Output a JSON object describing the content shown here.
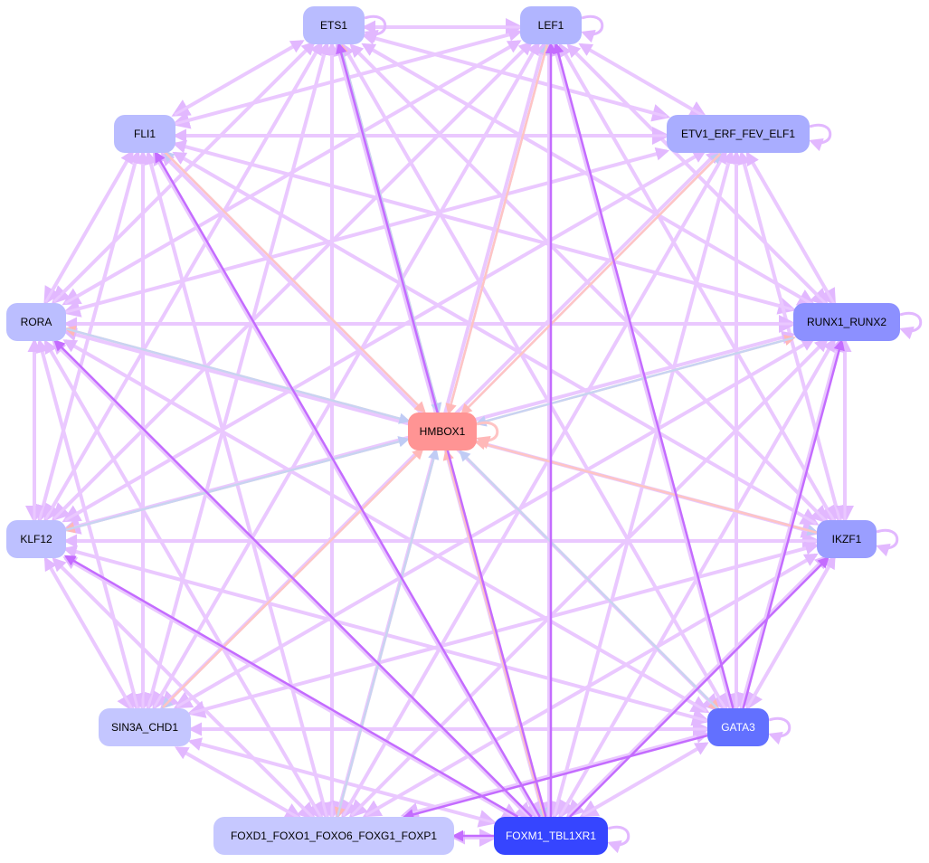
{
  "nodes": [
    {
      "id": "ETS1",
      "label": "ETS1",
      "color": "#b9bcff",
      "text_color": "#000000"
    },
    {
      "id": "LEF1",
      "label": "LEF1",
      "color": "#b1b5ff",
      "text_color": "#000000"
    },
    {
      "id": "FLI1",
      "label": "FLI1",
      "color": "#b9bcff",
      "text_color": "#000000"
    },
    {
      "id": "ETV1",
      "label": "ETV1_ERF_FEV_ELF1",
      "color": "#a9adff",
      "text_color": "#000000"
    },
    {
      "id": "RORA",
      "label": "RORA",
      "color": "#bbbeff",
      "text_color": "#000000"
    },
    {
      "id": "RUNX1",
      "label": "RUNX1_RUNX2",
      "color": "#8c90ff",
      "text_color": "#000000"
    },
    {
      "id": "HMBOX1",
      "label": "HMBOX1",
      "color": "#ff9494",
      "text_color": "#000000"
    },
    {
      "id": "KLF12",
      "label": "KLF12",
      "color": "#bdc0ff",
      "text_color": "#000000"
    },
    {
      "id": "IKZF1",
      "label": "IKZF1",
      "color": "#9a9eff",
      "text_color": "#000000"
    },
    {
      "id": "SIN3A",
      "label": "SIN3A_CHD1",
      "color": "#c4c6ff",
      "text_color": "#000000"
    },
    {
      "id": "GATA3",
      "label": "GATA3",
      "color": "#6270ff",
      "text_color": "#ffffff"
    },
    {
      "id": "FOXD1",
      "label": "FOXD1_FOXO1_FOXO6_FOXG1_FOXP1",
      "color": "#c6c8ff",
      "text_color": "#000000"
    },
    {
      "id": "FOXM1",
      "label": "FOXM1_TBL1XR1",
      "color": "#3645ff",
      "text_color": "#ffffff"
    }
  ],
  "edge_colors": {
    "weak": "#eac8ff",
    "strong": "#c46cff",
    "pink": "#ffc4c4",
    "blue": "#c8d4f2"
  },
  "self_loops": [
    "ETS1",
    "LEF1",
    "ETV1",
    "RUNX1",
    "IKZF1",
    "GATA3",
    "FOXM1",
    "HMBOX1"
  ],
  "strong_edges": [
    [
      "FOXM1",
      "FLI1"
    ],
    [
      "FOXM1",
      "ETS1"
    ],
    [
      "FOXM1",
      "KLF12"
    ],
    [
      "FOXM1",
      "RORA"
    ],
    [
      "FOXM1",
      "IKZF1"
    ],
    [
      "FOXM1",
      "LEF1"
    ],
    [
      "FOXM1",
      "FOXD1"
    ],
    [
      "GATA3",
      "FOXD1"
    ],
    [
      "GATA3",
      "RUNX1"
    ],
    [
      "GATA3",
      "LEF1"
    ]
  ],
  "hmbox_edges": [
    {
      "other": "ETS1",
      "kind": "pink"
    },
    {
      "other": "LEF1",
      "kind": "blue"
    },
    {
      "other": "FLI1",
      "kind": "blue"
    },
    {
      "other": "ETV1",
      "kind": "blue"
    },
    {
      "other": "RORA",
      "kind": "pink"
    },
    {
      "other": "RUNX1",
      "kind": "pink"
    },
    {
      "other": "KLF12",
      "kind": "pink"
    },
    {
      "other": "IKZF1",
      "kind": "blue"
    },
    {
      "other": "SIN3A",
      "kind": "blue"
    },
    {
      "other": "GATA3",
      "kind": "pink"
    },
    {
      "other": "FOXD1",
      "kind": "pink"
    },
    {
      "other": "FOXM1",
      "kind": "blue"
    }
  ]
}
